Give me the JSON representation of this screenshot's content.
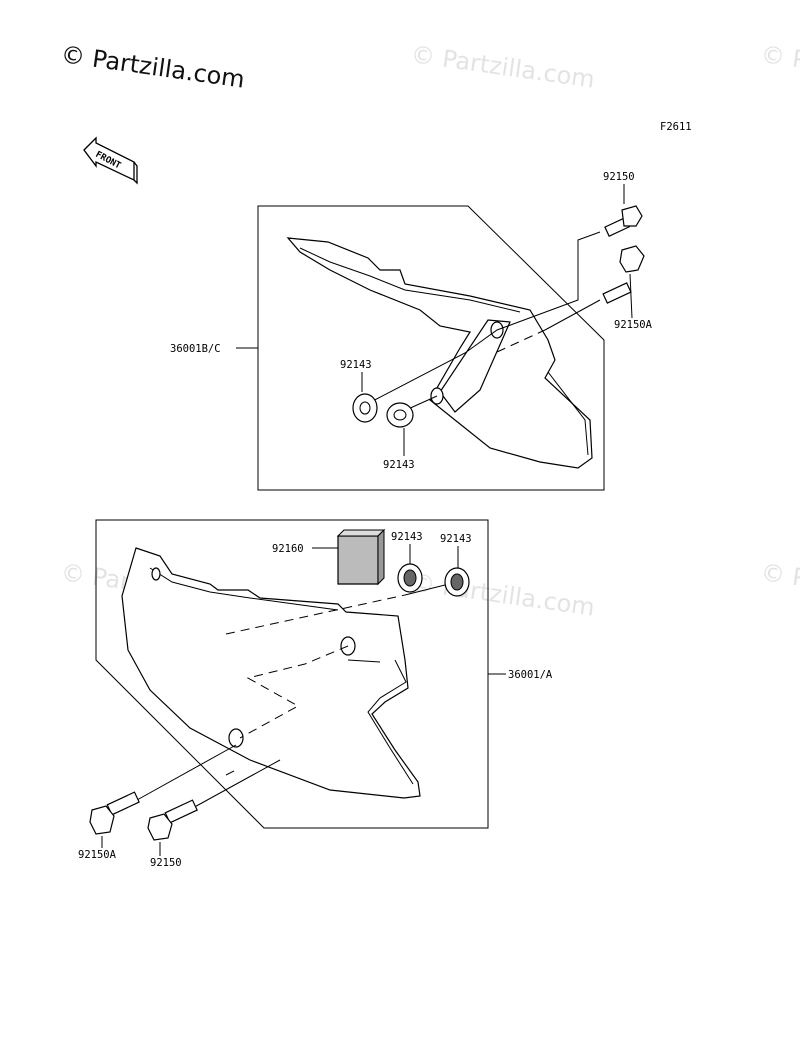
{
  "watermarks": {
    "main": "© Partzilla.com",
    "faint": "© Partzilla.com"
  },
  "figure_code": "F2611",
  "front_label": "FRONT",
  "callouts": {
    "bolt_top": "92150",
    "bolt_top_a": "92150A",
    "cover_upper": "36001B/C",
    "grommet_upper_1": "92143",
    "grommet_upper_2": "92143",
    "pad": "92160",
    "grommet_lower_1": "92143",
    "grommet_lower_2": "92143",
    "cover_lower": "36001/A",
    "bolt_bottom_a": "92150A",
    "bolt_bottom": "92150"
  }
}
